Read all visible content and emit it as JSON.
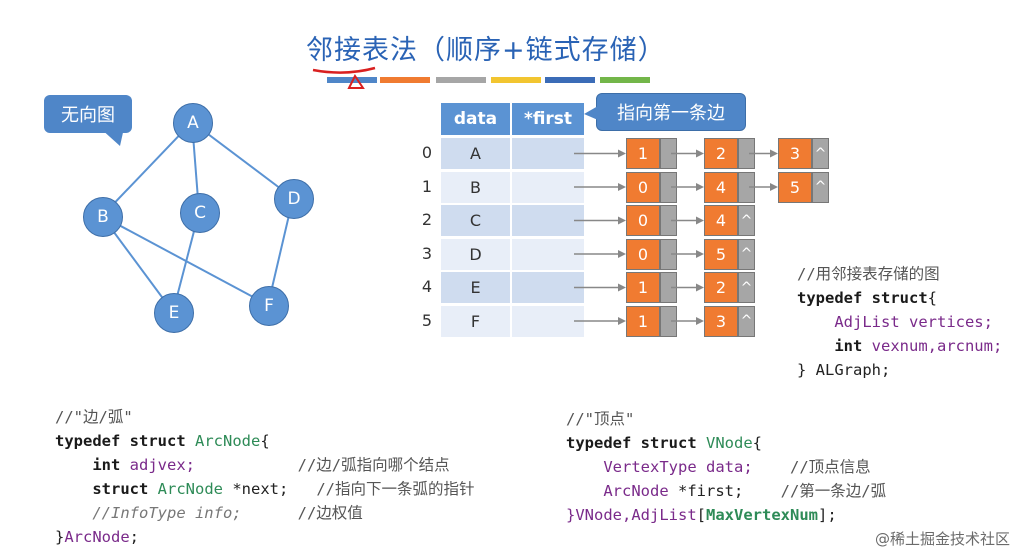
{
  "title": "邻接表法（顺序+链式存储）",
  "colors": {
    "bars": [
      "#4f86c8",
      "#f07b31",
      "#a6a6a6",
      "#f2c530",
      "#3b6cb7",
      "#73b649"
    ],
    "accent": "#5b93d3",
    "node_orange": "#f07b31"
  },
  "graph": {
    "callout": "无向图",
    "vertices": [
      "A",
      "B",
      "C",
      "D",
      "E",
      "F"
    ]
  },
  "table": {
    "headers": [
      "data",
      "*first"
    ],
    "callout": "指向第一条边",
    "rows": [
      {
        "index": "0",
        "data": "A",
        "arcs": [
          {
            "adjvex": "1",
            "null": false
          },
          {
            "adjvex": "2",
            "null": false
          },
          {
            "adjvex": "3",
            "null": true
          }
        ]
      },
      {
        "index": "1",
        "data": "B",
        "arcs": [
          {
            "adjvex": "0",
            "null": false
          },
          {
            "adjvex": "4",
            "null": false
          },
          {
            "adjvex": "5",
            "null": true
          }
        ]
      },
      {
        "index": "2",
        "data": "C",
        "arcs": [
          {
            "adjvex": "0",
            "null": false
          },
          {
            "adjvex": "4",
            "null": true
          }
        ]
      },
      {
        "index": "3",
        "data": "D",
        "arcs": [
          {
            "adjvex": "0",
            "null": false
          },
          {
            "adjvex": "5",
            "null": true
          }
        ]
      },
      {
        "index": "4",
        "data": "E",
        "arcs": [
          {
            "adjvex": "1",
            "null": false
          },
          {
            "adjvex": "2",
            "null": true
          }
        ]
      },
      {
        "index": "5",
        "data": "F",
        "arcs": [
          {
            "adjvex": "1",
            "null": false
          },
          {
            "adjvex": "3",
            "null": true
          }
        ]
      }
    ],
    "null_symbol": "^"
  },
  "code": {
    "algraph": {
      "comment": "//用邻接表存储的图",
      "line1_kw": "typedef struct",
      "line1_rest": "{",
      "line2_type": "AdjList",
      "line2_rest": " vertices;",
      "line3_kw": "int",
      "line3_rest": " vexnum,arcnum;",
      "line4": "} ALGraph;"
    },
    "arcnode": {
      "comment": "//\"边/弧\"",
      "line1_kw": "typedef struct",
      "line1_type": "ArcNode",
      "line1_rest": "{",
      "line2_kw": "int",
      "line2_rest": " adjvex;",
      "line2_cm": "//边/弧指向哪个结点",
      "line3_kw": "struct",
      "line3_type": "ArcNode",
      "line3_rest": " *next;",
      "line3_cm": "//指向下一条弧的指针",
      "line4": "//InfoType info;",
      "line4_cm": "//边权值",
      "line5_rest": "}",
      "line5_type": "ArcNode",
      "line5_end": ";"
    },
    "vnode": {
      "comment": "//\"顶点\"",
      "line1_kw": "typedef struct",
      "line1_type": "VNode",
      "line1_rest": "{",
      "line2_type": "VertexType",
      "line2_rest": " data;",
      "line2_cm": "//顶点信息",
      "line3_type": "ArcNode",
      "line3_rest": " *first;",
      "line3_cm": "//第一条边/弧",
      "line4_a": "}VNode,AdjList",
      "line4_b": "[",
      "line4_c": "MaxVertexNum",
      "line4_d": "];"
    }
  },
  "watermark": "@稀土掘金技术社区"
}
